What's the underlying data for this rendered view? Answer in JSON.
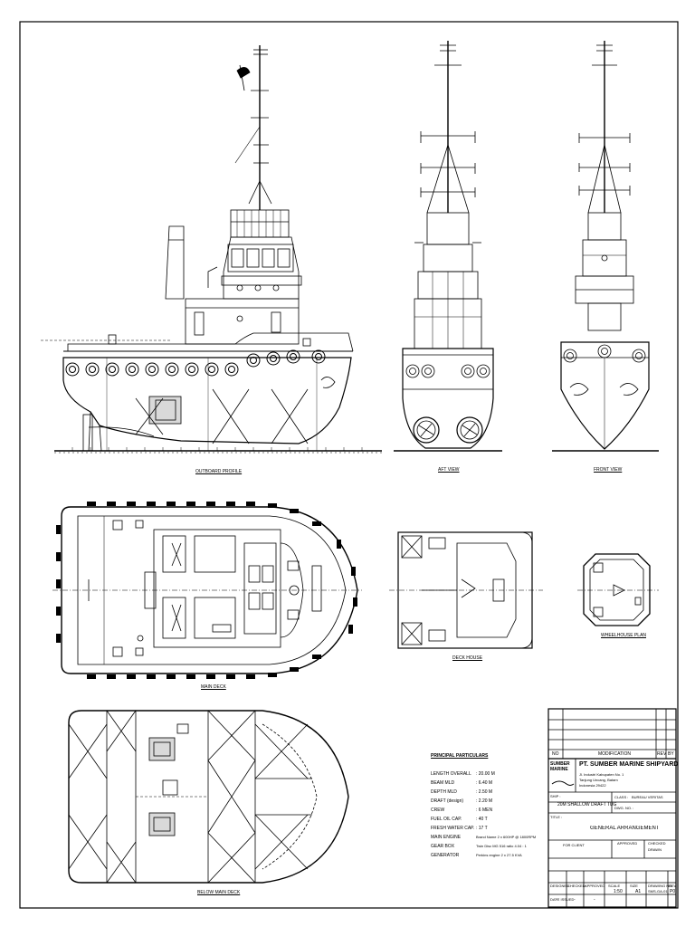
{
  "views": {
    "outboard_profile": "OUTBOARD PROFILE",
    "aft_view": "AFT VIEW",
    "front_view": "FRONT VIEW",
    "main_deck": "MAIN DECK",
    "deck_house": "DECK HOUSE",
    "wheelhouse_plan": "WHEELHOUSE PLAN",
    "below_main_deck": "BELOW MAIN DECK"
  },
  "particulars": {
    "title": "PRINCIPAL PARTICULARS",
    "rows": [
      {
        "label": "LENGTH OVERALL",
        "value": ": 20.00 M"
      },
      {
        "label": "BEAM MLD",
        "value": ": 6.40 M"
      },
      {
        "label": "DEPTH MLD",
        "value": ": 2.50 M"
      },
      {
        "label": "DRAFT (design)",
        "value": ": 2.20 M"
      },
      {
        "label": "CREW",
        "value": ": 6 MEN"
      },
      {
        "label": "FUEL OIL CAP.",
        "value": ": 40 T"
      },
      {
        "label": "FRESH WATER CAP.",
        "value": ": 17 T"
      },
      {
        "label": "MAIN ENGINE",
        "value": "Brand Name 2 x 600HP @ 1800RPM"
      },
      {
        "label": "GEAR BOX",
        "value": "Twin Disc MG 516 ratio 4.04 : 1"
      },
      {
        "label": "GENERATOR",
        "value": "Perkins engine 2 x 27.5 KVA"
      }
    ]
  },
  "title_block": {
    "no_header": "NO",
    "modification_header": "MODIFICATION",
    "rev_header": "REV",
    "by_header": "BY",
    "logo_text": "SUMBER MARINE",
    "shipyard": "PT. SUMBER MARINE SHIPYARD",
    "address_1": "Jl. Industri Kabupaten No. 1",
    "address_2": "Tanjung Uncang, Batam",
    "address_3": "Indonesia 29422",
    "ship_label": "SHIP :",
    "ship_name": "20M SHALLOW DRAFT TUG",
    "class_label": "CLASS :",
    "class_value": "BUREAU VERITAS",
    "dwg_label": "DWG. NO. :",
    "title_label": "TITLE :",
    "drawing_title": "GENERAL ARRANGEMENT",
    "for_client_label": "FOR CLIENT",
    "approved_label": "APPROVED",
    "checked_label": "CHECKED",
    "drawn_label": "DRAWN",
    "bottom_headers": [
      "DESIGNED",
      "CHECKED",
      "APPROVED",
      "SCALE",
      "SIZE",
      "DRAWING NO.",
      "REV"
    ],
    "bottom_values": [
      "-",
      "-",
      "-",
      "1:50",
      "A1",
      "SMS-GA-01",
      "P0"
    ],
    "date_label": "DATE ISSUED"
  }
}
